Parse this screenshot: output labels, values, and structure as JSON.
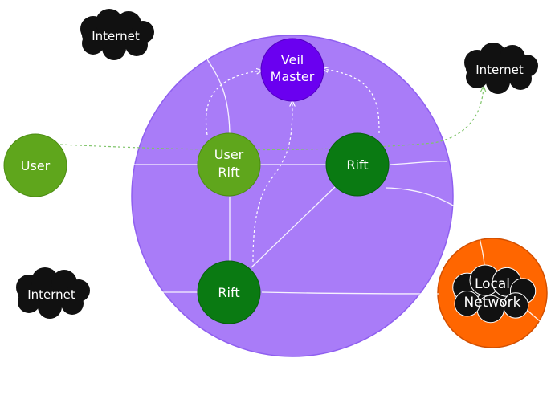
{
  "nodes": {
    "veil_master": {
      "line1": "Veil",
      "line2": "Master"
    },
    "user": {
      "label": "User"
    },
    "user_rift": {
      "line1": "User",
      "line2": "Rift"
    },
    "rift_right": {
      "label": "Rift"
    },
    "rift_bottom": {
      "label": "Rift"
    },
    "local_network": {
      "line1": "Local",
      "line2": "Network"
    }
  },
  "clouds": {
    "top_left": "Internet",
    "top_right": "Internet",
    "bottom_left": "Internet"
  },
  "colors": {
    "veil_circle": "#a97cf8",
    "veil_master": "#6a00f0",
    "user": "#5fa61c",
    "rift": "#0a7a12",
    "local": "#ff6600",
    "cloud": "#111111",
    "dashed_link": "#7fc46a"
  }
}
